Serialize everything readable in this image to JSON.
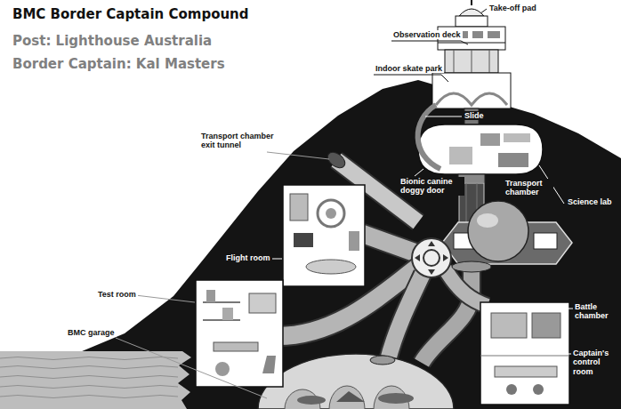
{
  "diagram": {
    "title": "BMC Border Captain Compound",
    "labels": [
      "Post: Lighthouse Australia",
      "Border Captain: Kal Masters",
      "Take-off pad",
      "Observation deck",
      "Indoor skate park",
      "Slide",
      "Transport chamber exit tunnel",
      "Bionic canine doggy door",
      "Transport chamber",
      "Science lab",
      "Flight room",
      "Test room",
      "BMC garage",
      "Battle chamber",
      "Captain's control room"
    ]
  }
}
